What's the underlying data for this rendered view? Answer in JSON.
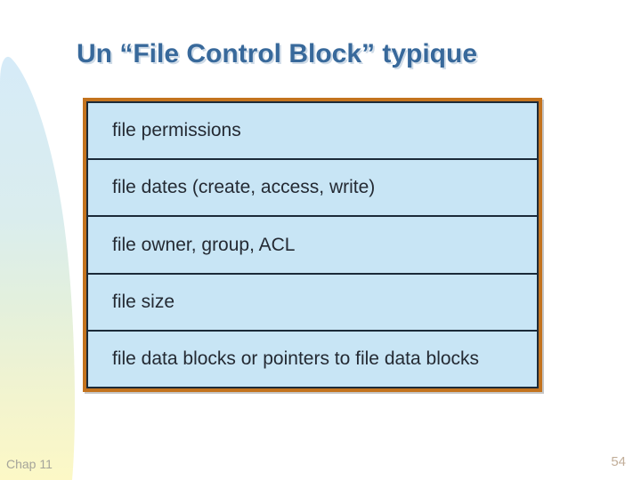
{
  "slide": {
    "title": "Un “File Control Block” typique",
    "footer_left": "Chap 11",
    "page_number": "54"
  },
  "fcb_table": {
    "rows": [
      "file permissions",
      "file dates (create, access, write)",
      "file owner, group, ACL",
      "file size",
      "file data blocks or pointers to file data blocks"
    ]
  },
  "colors": {
    "title_text": "#38699B",
    "table_frame_orange": "#C3731E",
    "table_fill_blue": "#C8E5F5",
    "table_line_dark": "#1B2A38",
    "cell_text": "#242A33",
    "footer_left_text": "#A5A49A",
    "page_number_text": "#C2AE99",
    "decoration_top": "#D6EBF8",
    "decoration_bottom": "#FCF8C6"
  }
}
